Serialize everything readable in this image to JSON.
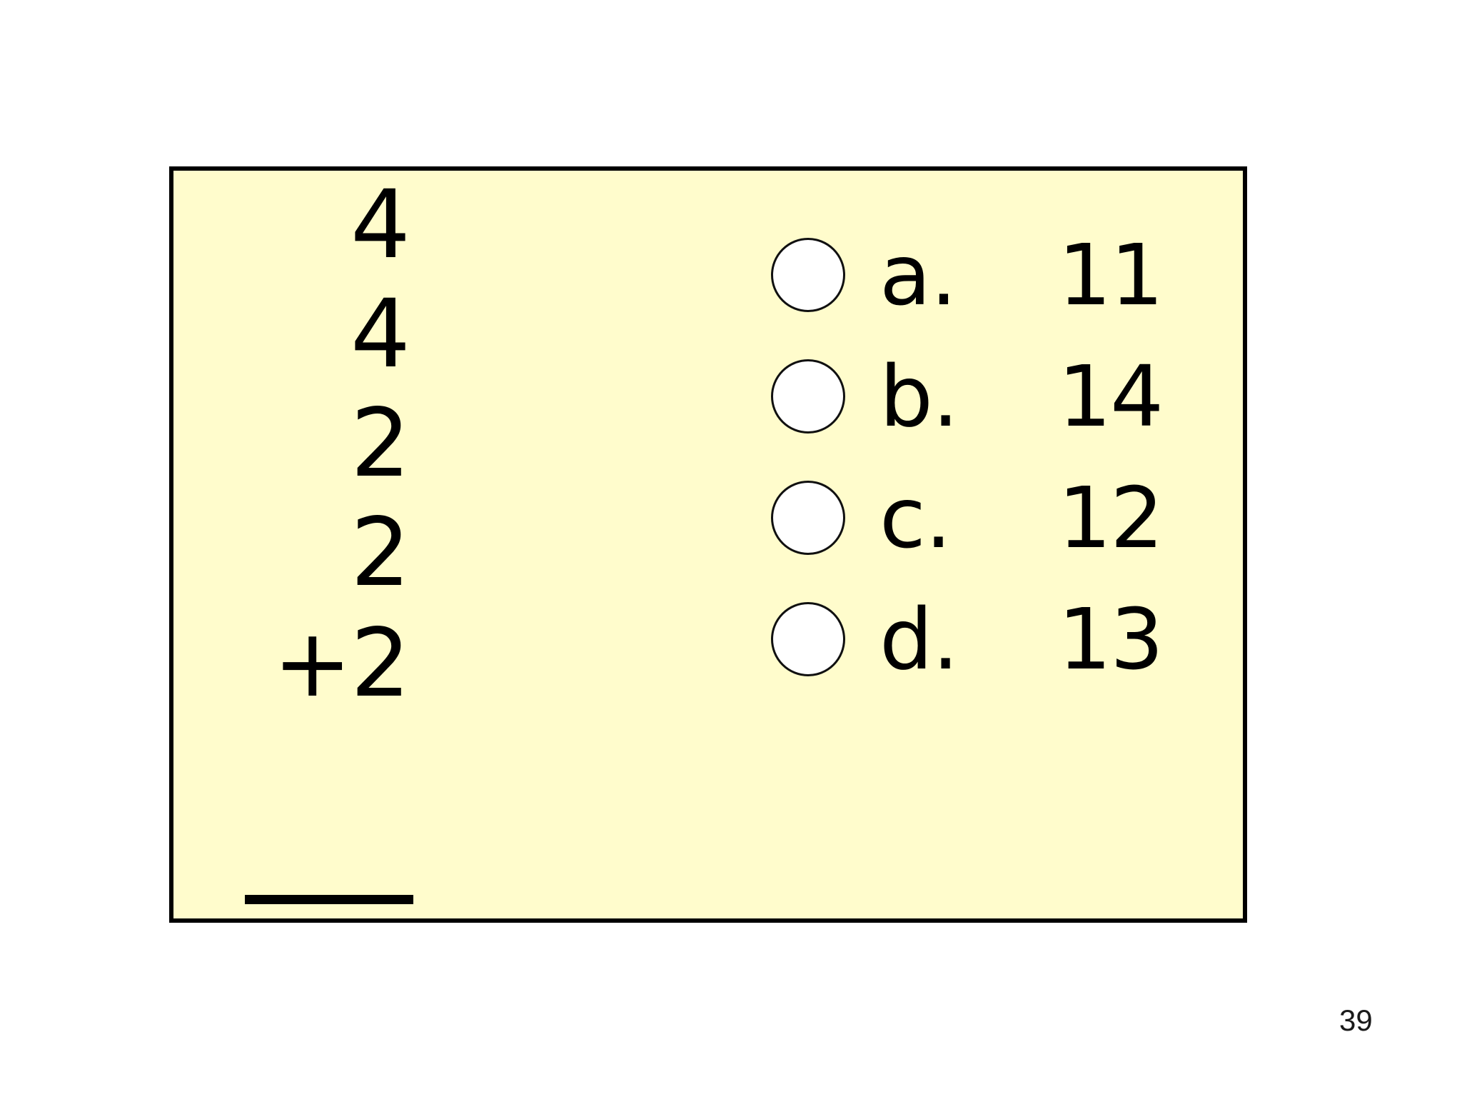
{
  "slide": {
    "background_color": "#FFFCCC",
    "border_color": "#000000",
    "page_number": "39"
  },
  "problem": {
    "kind": "vertical-addition",
    "addends": [
      "4",
      "4",
      "2",
      "2"
    ],
    "last_addend": "+2",
    "operator": "+",
    "sum": "",
    "rule_visible": true
  },
  "answers": {
    "options": [
      {
        "letter": "a.",
        "value": "11",
        "selected": false
      },
      {
        "letter": "b.",
        "value": "14",
        "selected": false
      },
      {
        "letter": "c.",
        "value": "12",
        "selected": false
      },
      {
        "letter": "d.",
        "value": "13",
        "selected": false
      }
    ]
  }
}
